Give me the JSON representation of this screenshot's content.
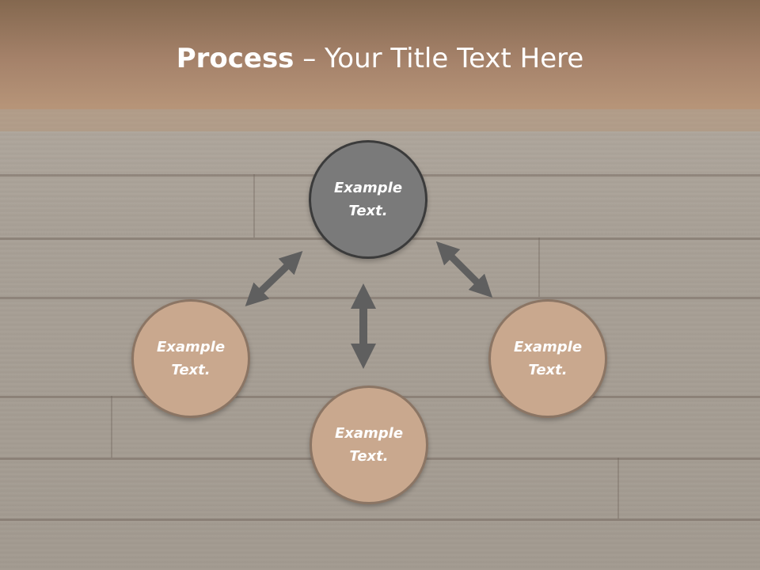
{
  "slide": {
    "title_bold": "Process",
    "title_rest": " – Your Title Text Here"
  },
  "nodes": {
    "center": "Example Text.",
    "left": "Example Text.",
    "right": "Example Text.",
    "bottom": "Example Text."
  },
  "colors": {
    "header": "#a5826a",
    "center_fill": "#7a7a7a",
    "center_border": "#3b3b3b",
    "peer_fill": "#c9a88e",
    "peer_border": "#8b7564",
    "arrow": "#5f5f5f"
  }
}
